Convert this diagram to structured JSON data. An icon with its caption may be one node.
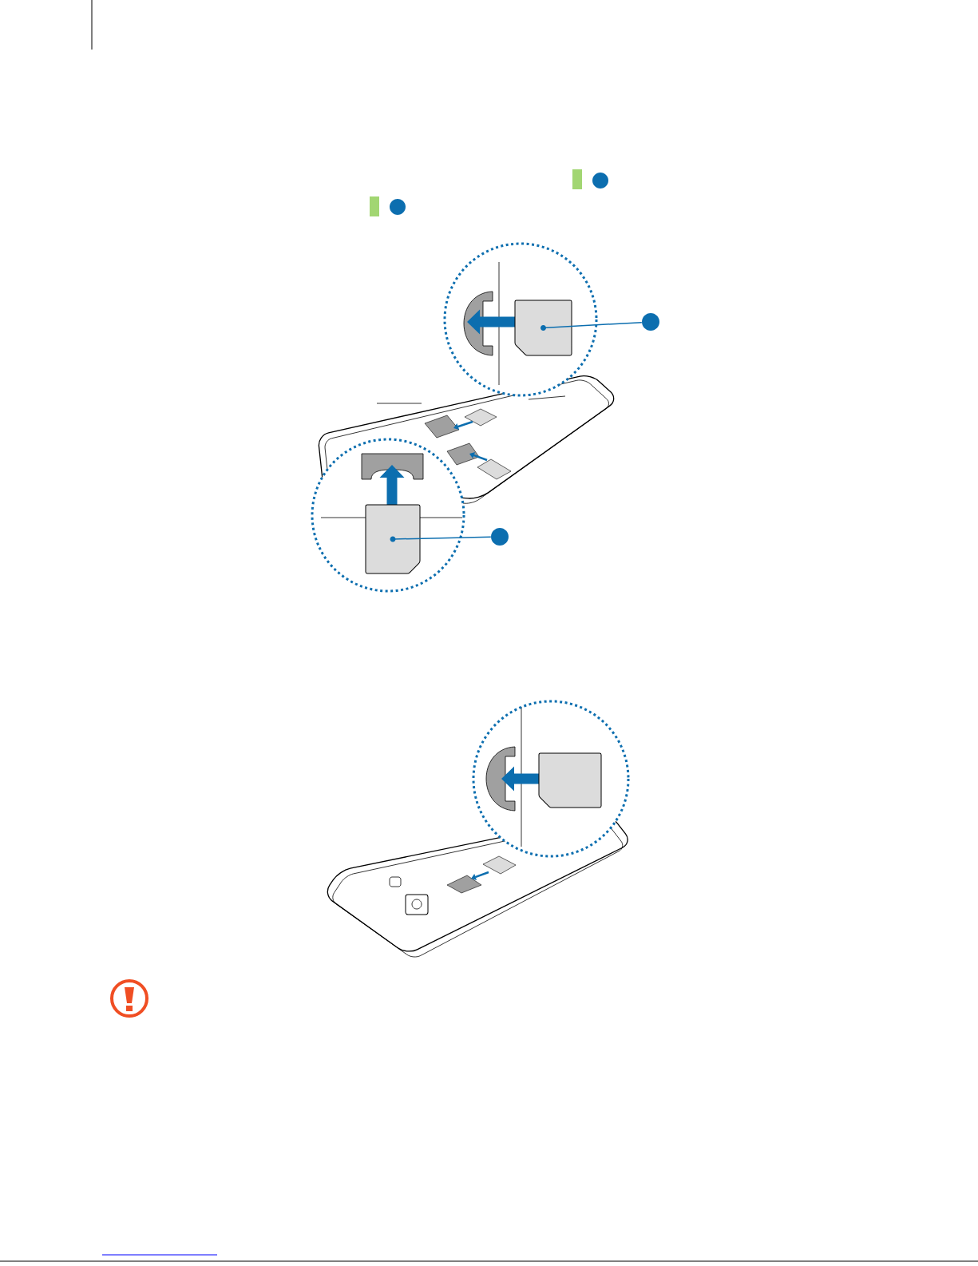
{
  "diagram": {
    "nodes": [
      {
        "text": [],
        "shape": "circle"
      },
      {
        "text": [],
        "shape": "box"
      },
      {
        "text": [],
        "shape": "circle"
      },
      {
        "text": [],
        "shape": "box"
      }
    ],
    "edges": [
      {
        "from": 0,
        "to": 1,
        "arrow": "none"
      },
      {
        "from": 2,
        "to": 3,
        "arrow": "none"
      }
    ]
  }
}
